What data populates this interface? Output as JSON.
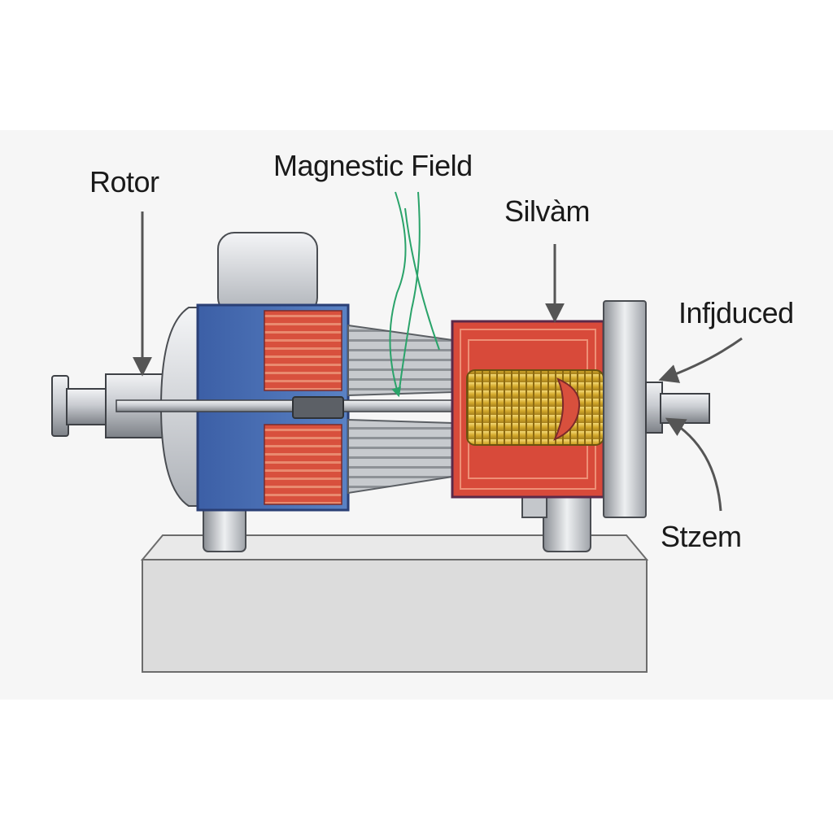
{
  "labels": {
    "rotor": "Rotor",
    "magnetic_field": "Magnestic Field",
    "silvam": "Silvàm",
    "induced": "Infjduced",
    "stzem": "Stzem"
  },
  "colors": {
    "casing_blue": "#4a70b4",
    "coil_red": "#d84a3a",
    "winding_gold": "#d9b43a",
    "field_line_green": "#2aa36a",
    "metal_gray": "#b8bcc2",
    "base_gray": "#dcdcdc",
    "arrow_gray": "#555555"
  },
  "icons": {
    "arrow": "arrow-icon"
  }
}
